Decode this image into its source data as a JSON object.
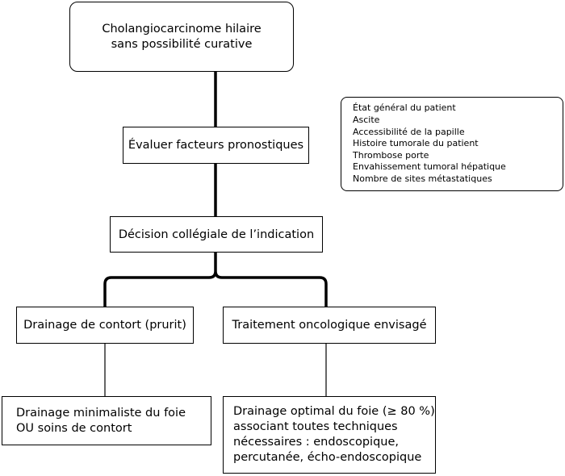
{
  "diagram": {
    "title_box": {
      "lines": [
        "Cholangiocarcinome hilaire",
        "sans possibilité curative"
      ]
    },
    "evaluate_box": {
      "label": "Évaluer facteurs pronostiques"
    },
    "decision_box": {
      "label": "Décision collégiale de l’indication"
    },
    "palliative_box": {
      "label": "Drainage de contort (prurit)"
    },
    "oncology_box": {
      "label": "Traitement oncologique envisagé"
    },
    "minimal_drainage_box": {
      "lines": [
        "Drainage minimaliste du foie",
        "OU soins de contort"
      ]
    },
    "optimal_drainage_box": {
      "lines": [
        "Drainage optimal du foie (≥ 80 %)",
        "associant toutes techniques",
        "nécessaires : endoscopique,",
        "percutanée, écho-endoscopique"
      ]
    },
    "prognostic_factors": {
      "items": [
        "État général du patient",
        "Ascite",
        "Accessibilité de la papille",
        "Histoire tumorale du patient",
        "Thrombose porte",
        "Envahissement tumoral hépatique",
        "Nombre de sites métastatiques"
      ]
    }
  }
}
